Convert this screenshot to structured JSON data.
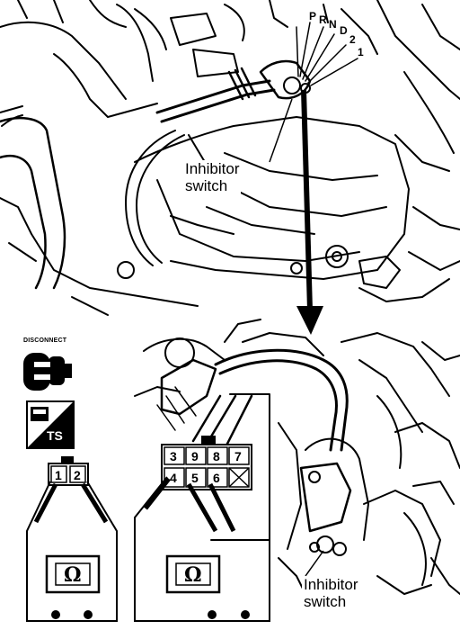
{
  "labels": {
    "inhibitor_top_line1": "Inhibitor",
    "inhibitor_top_line2": "switch",
    "inhibitor_bottom_line1": "Inhibitor",
    "inhibitor_bottom_line2": "switch",
    "disconnect": "DISCONNECT",
    "ts": "TS",
    "gear_positions": [
      "P",
      "R",
      "N",
      "D",
      "2",
      "1"
    ]
  },
  "connector_2pin": {
    "pins": [
      "1",
      "2"
    ]
  },
  "connector_9pin": {
    "top_row": [
      "3",
      "9",
      "8",
      "7"
    ],
    "bottom_row": [
      "4",
      "5",
      "6"
    ]
  },
  "meters": [
    {
      "symbol": "Ω"
    },
    {
      "symbol": "Ω"
    }
  ],
  "icons": [
    "disconnect-connector-icon",
    "ts-meter-icon"
  ]
}
